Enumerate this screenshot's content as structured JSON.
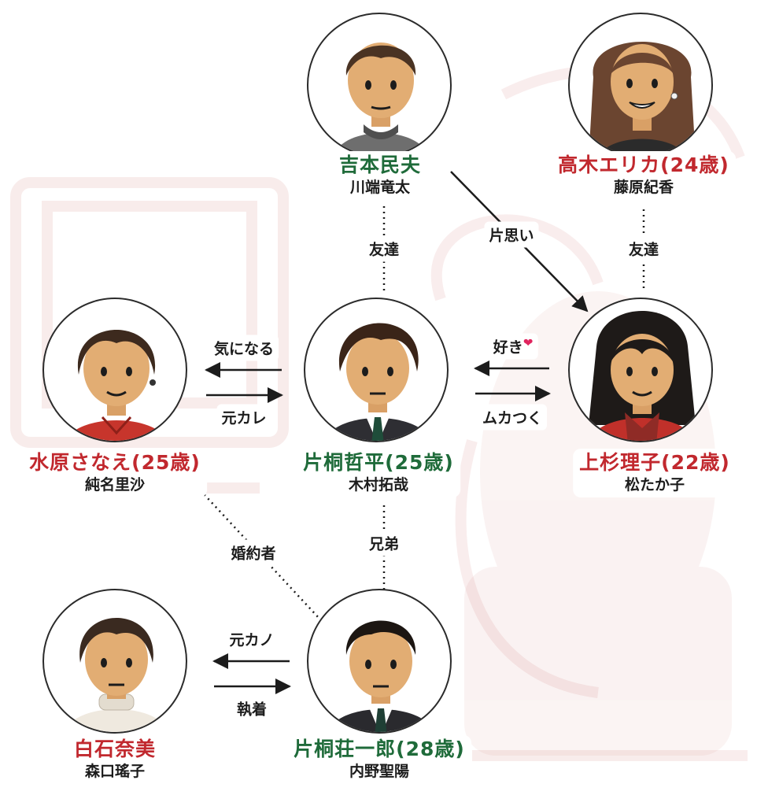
{
  "characters": [
    {
      "id": "yoshimoto",
      "name": "吉本民夫",
      "actor": "川端竜太",
      "name_color": "green"
    },
    {
      "id": "takagi",
      "name": "高木エリカ(24歳)",
      "actor": "藤原紀香",
      "name_color": "red"
    },
    {
      "id": "mizuhara",
      "name": "水原さなえ(25歳)",
      "actor": "純名里沙",
      "name_color": "red"
    },
    {
      "id": "teppei",
      "name": "片桐哲平(25歳)",
      "actor": "木村拓哉",
      "name_color": "green"
    },
    {
      "id": "uesugi",
      "name": "上杉理子(22歳)",
      "actor": "松たか子",
      "name_color": "red"
    },
    {
      "id": "shiraishi",
      "name": "白石奈美",
      "actor": "森口瑤子",
      "name_color": "red"
    },
    {
      "id": "soichiro",
      "name": "片桐荘一郎(28歳)",
      "actor": "内野聖陽",
      "name_color": "green"
    }
  ],
  "relations": {
    "yoshimoto_teppei": "友達",
    "yoshimoto_uesugi": "片思い",
    "takagi_uesugi": "友達",
    "teppei_to_mizuhara": "気になる",
    "mizuhara_to_teppei": "元カレ",
    "uesugi_to_teppei": "好き",
    "teppei_to_uesugi": "ムカつく",
    "mizuhara_soichiro": "婚約者",
    "teppei_soichiro": "兄弟",
    "soichiro_to_shiraishi": "元カノ",
    "shiraishi_to_soichiro": "執着"
  },
  "icons": {
    "heart": "heart-icon"
  },
  "colors": {
    "red_name": "#c1282e",
    "green_name": "#1f6b3a",
    "heart": "#e0245e"
  }
}
